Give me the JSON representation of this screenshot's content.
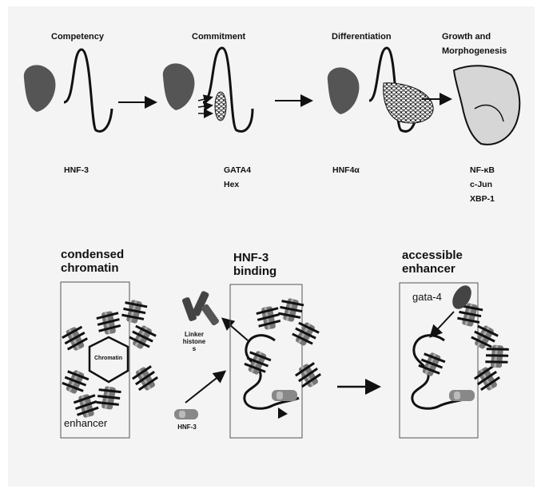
{
  "top_panel": {
    "stages": {
      "competency": "Competency",
      "commitment": "Commitment",
      "differentiation": "Differentiation",
      "growth_line1": "Growth and",
      "growth_line2": "Morphogenesis"
    },
    "factors": {
      "competency": [
        "HNF-3"
      ],
      "commitment": [
        "GATA4",
        "Hex"
      ],
      "differentiation": [
        "HNF4α"
      ],
      "growth": [
        "NF-κB",
        "c-Jun",
        "XBP-1"
      ]
    }
  },
  "bottom_panel": {
    "states": {
      "condensed_line1": "condensed",
      "condensed_line2": "chromatin",
      "binding_line1": "HNF-3",
      "binding_line2": "binding",
      "accessible_line1": "accessible",
      "accessible_line2": "enhancer"
    },
    "labels": {
      "chromatin": "Chromatin",
      "enhancer": "enhancer",
      "linker_line1": "Linker",
      "linker_line2": "histone",
      "linker_line3": "s",
      "hnf3": "HNF-3",
      "gata4": "gata-4"
    }
  },
  "colors": {
    "background": "#f4f4f4",
    "organ_fill": "#555555",
    "growing_organ_fill": "#d6d6d6",
    "text": "#111111"
  }
}
